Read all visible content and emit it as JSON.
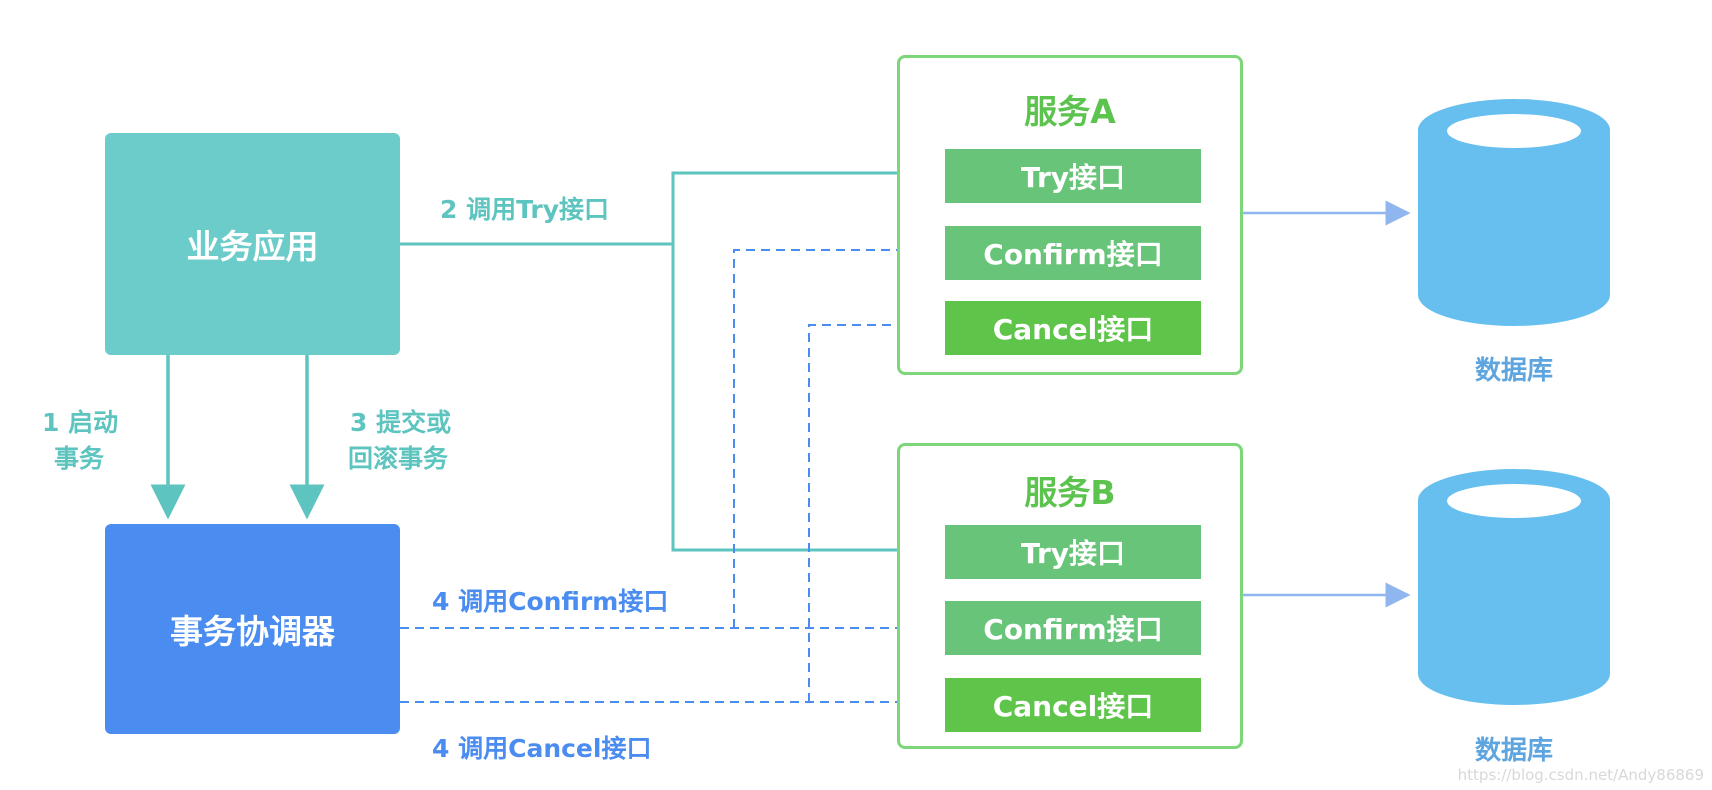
{
  "nodes": {
    "business_app": "业务应用",
    "coordinator": "事务协调器",
    "service_a": {
      "title": "服务A",
      "try": "Try接口",
      "confirm": "Confirm接口",
      "cancel": "Cancel接口"
    },
    "service_b": {
      "title": "服务B",
      "try": "Try接口",
      "confirm": "Confirm接口",
      "cancel": "Cancel接口"
    },
    "database_a": "数据库",
    "database_b": "数据库"
  },
  "edge_labels": {
    "step1_line1": "1 启动",
    "step1_line2": "事务",
    "step2": "2 调用Try接口",
    "step3_line1": "3 提交或",
    "step3_line2": "回滚事务",
    "step4_confirm": "4 调用Confirm接口",
    "step4_cancel": "4 调用Cancel接口"
  },
  "watermark": "https://blog.csdn.net/Andy86869",
  "colors": {
    "app": "#6cccc9",
    "coordinator": "#4a8cf0",
    "service_border": "#7ed67a",
    "interface_green": "#68c479",
    "cancel_green": "#5fc44a",
    "database": "#66bfee",
    "teal_line": "#5ec4bf",
    "blue_line": "#4a8cf0"
  }
}
